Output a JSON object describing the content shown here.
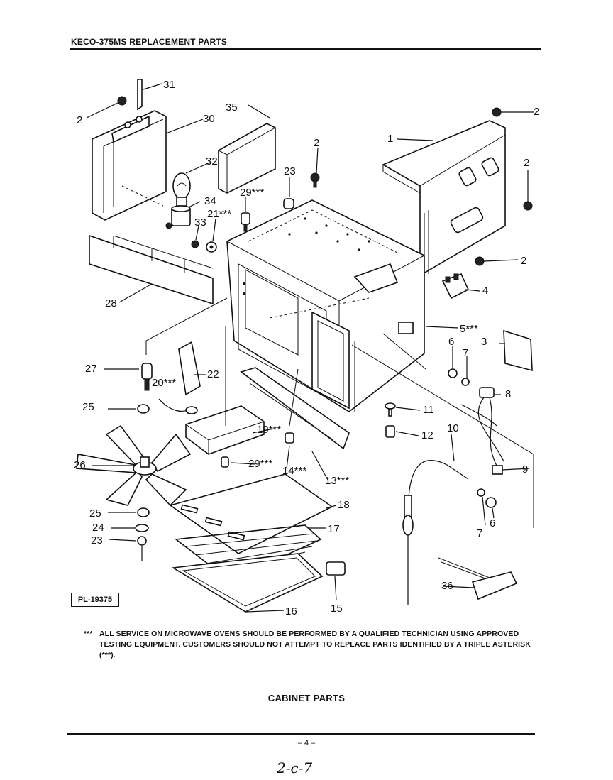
{
  "header": {
    "title": "KECO-375MS REPLACEMENT PARTS"
  },
  "drawing_number": "PL-19375",
  "note": {
    "marker": "***",
    "text": "ALL SERVICE ON MICROWAVE OVENS SHOULD BE PERFORMED BY A QUALIFIED TECHNICIAN USING APPROVED TESTING EQUIPMENT. CUSTOMERS SHOULD NOT ATTEMPT TO REPLACE PARTS IDENTIFIED BY A TRIPLE ASTERISK (***)."
  },
  "caption": "CABINET PARTS",
  "page_number": "– 4 –",
  "handwritten": "2-c-7",
  "labels": {
    "l1": "1",
    "l2a": "2",
    "l2b": "2",
    "l2c": "2",
    "l2d": "2",
    "l2e": "2",
    "l3": "3",
    "l4": "4",
    "l5": "5***",
    "l6a": "6",
    "l6b": "6",
    "l7a": "7",
    "l7b": "7",
    "l8": "8",
    "l9": "9",
    "l10": "10",
    "l11": "11",
    "l12": "12",
    "l13": "13***",
    "l14": "14***",
    "l15": "15",
    "l16": "16",
    "l17": "17",
    "l18": "18",
    "l19": "19***",
    "l20": "20***",
    "l21": "21***",
    "l22": "22",
    "l23a": "23",
    "l23b": "23",
    "l24": "24",
    "l25a": "25",
    "l25b": "25",
    "l26": "26",
    "l27": "27",
    "l28": "28",
    "l29a": "29***",
    "l29b": "29***",
    "l30": "30",
    "l31": "31",
    "l32": "32",
    "l33": "33",
    "l34": "34",
    "l35": "35",
    "l36": "36"
  }
}
